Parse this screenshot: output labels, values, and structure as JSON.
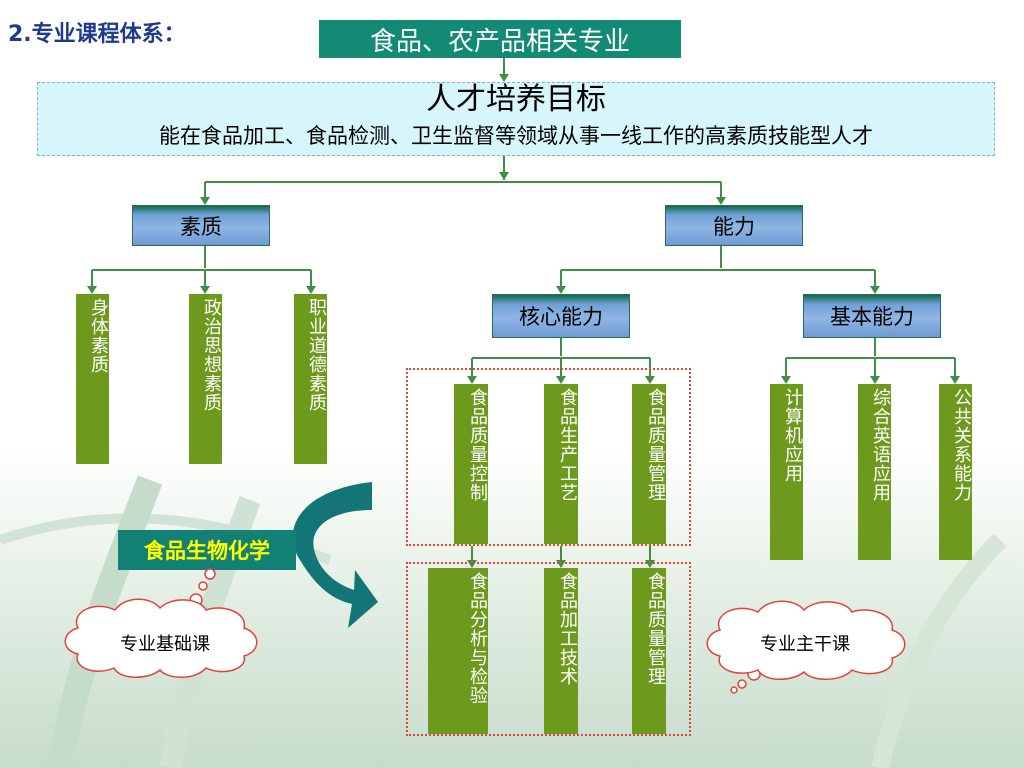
{
  "heading": "2.专业课程体系：",
  "top_title": "食品、农产品相关专业",
  "goal": {
    "title": "人才培养目标",
    "description": "能在食品加工、食品检测、卫生监督等领域从事一线工作的高素质技能型人才"
  },
  "quality": {
    "label": "素质",
    "items": [
      "身体素质",
      "政治思想素质",
      "职业道德素质"
    ]
  },
  "ability": {
    "label": "能力",
    "core": {
      "label": "核心能力",
      "items": [
        "食品质量控制",
        "食品生产工艺",
        "食品质量管理"
      ]
    },
    "basic": {
      "label": "基本能力",
      "items": [
        "计算机应用",
        "综合英语应用",
        "公共关系能力"
      ]
    }
  },
  "core_courses": {
    "items": [
      "食品分析与检验",
      "食品加工技术",
      "食品质量管理"
    ]
  },
  "foundation_course": "食品生物化学",
  "callouts": {
    "foundation": "专业基础课",
    "core": "专业主干课"
  },
  "colors": {
    "teal": "#138a73",
    "green_box": "#6d9a1c",
    "connector": "#3f8f46",
    "dotted_red": "#e0443a",
    "accent_yellow": "#ffff00"
  }
}
